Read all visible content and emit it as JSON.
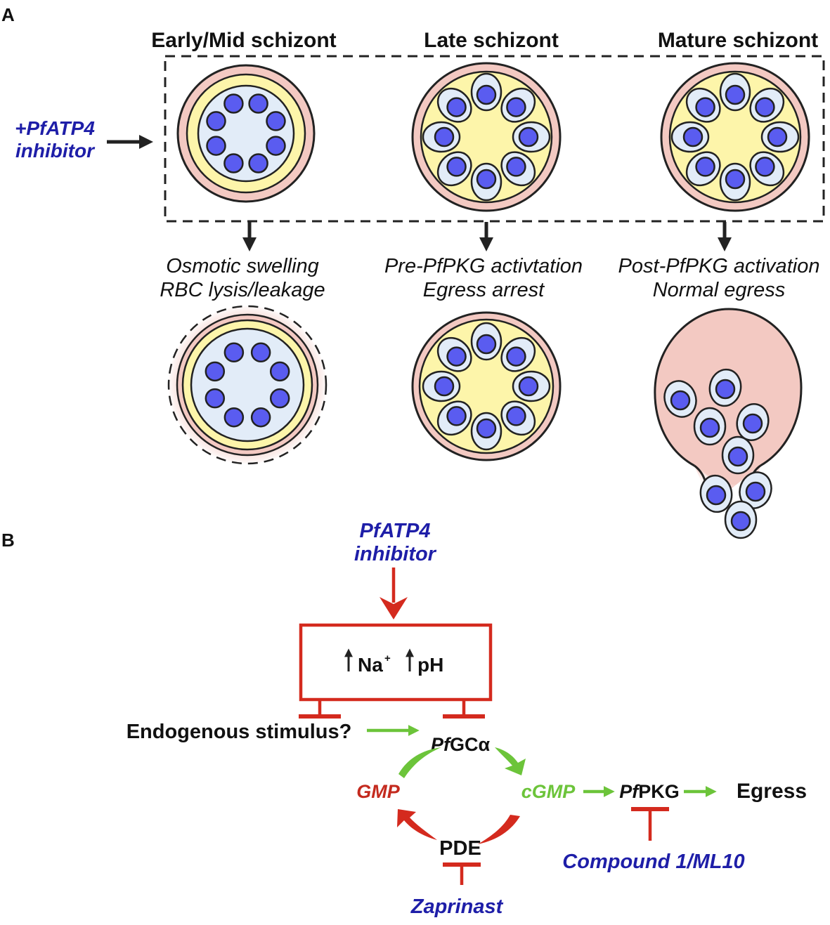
{
  "panels": {
    "a_label": "A",
    "b_label": "B"
  },
  "panel_a": {
    "stages": [
      {
        "title": "Early/Mid schizont",
        "outcome_line1": "Osmotic swelling",
        "outcome_line2": "RBC lysis/leakage"
      },
      {
        "title": "Late schizont",
        "outcome_line1": "Pre-PfPKG activtation",
        "outcome_line2": "Egress arrest"
      },
      {
        "title": "Mature schizont",
        "outcome_line1": "Post-PfPKG activation",
        "outcome_line2": "Normal egress"
      }
    ],
    "treatment_line1": "+PfATP4",
    "treatment_line2": "inhibitor"
  },
  "panel_b": {
    "inhibitor_line1": "PfATP4",
    "inhibitor_line2": "inhibitor",
    "box_na": "Na",
    "box_na_sup": "+",
    "box_ph": "pH",
    "endogenous": "Endogenous stimulus?",
    "pfgc_italic": "Pf",
    "pfgc_rest": "GCα",
    "gmp": "GMP",
    "cgmp": "cGMP",
    "pde": "PDE",
    "pfpkg_italic": "Pf",
    "pfpkg_rest": "PKG",
    "egress": "Egress",
    "zaprinast": "Zaprinast",
    "compound": "Compound 1/ML10"
  },
  "colors": {
    "blue_text": "#1e1ea8",
    "red": "#d42a1e",
    "green": "#6cc43a",
    "rbc_pink": "#f3c9c2",
    "pv_yellow": "#fdf5aa",
    "cyto_lightblue": "#e2ecf8",
    "nucleus": "#5a5cf0"
  }
}
